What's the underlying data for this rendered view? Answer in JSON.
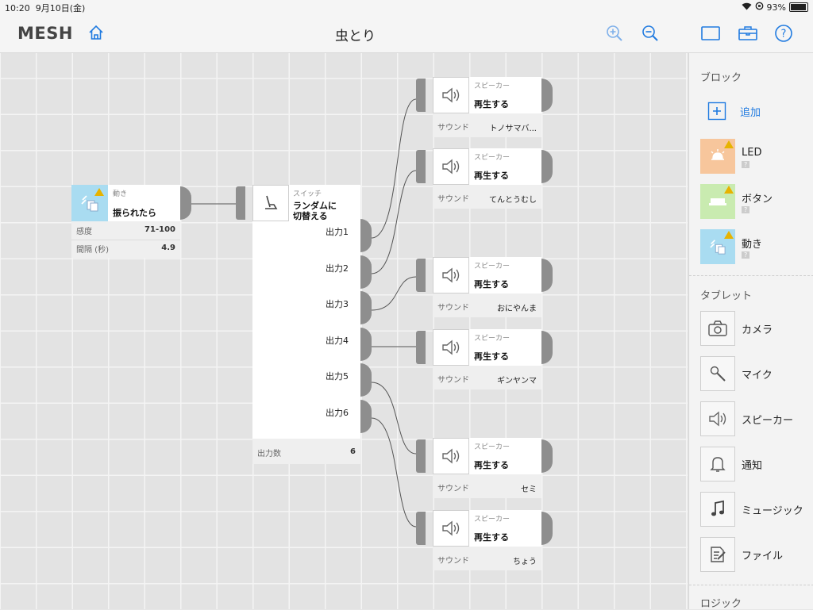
{
  "status": {
    "time": "10:20",
    "date": "9月10日(金)",
    "battery": "93%",
    "battery_level": 0.93
  },
  "nav": {
    "app_name": "MESH",
    "title": "虫とり"
  },
  "motion_block": {
    "category": "動き",
    "action": "振られたら",
    "props": [
      {
        "label": "感度",
        "value": "71-100"
      },
      {
        "label": "間隔 (秒)",
        "value": "4.9"
      }
    ]
  },
  "switch_block": {
    "category": "スイッチ",
    "action_line1": "ランダムに",
    "action_line2": "切替える",
    "outputs": [
      "出力1",
      "出力2",
      "出力3",
      "出力4",
      "出力5",
      "出力6"
    ],
    "prop_label": "出力数",
    "prop_value": "6"
  },
  "speakers": [
    {
      "category": "スピーカー",
      "action": "再生する",
      "label": "サウンド",
      "sound": "トノサマバ..."
    },
    {
      "category": "スピーカー",
      "action": "再生する",
      "label": "サウンド",
      "sound": "てんとうむし"
    },
    {
      "category": "スピーカー",
      "action": "再生する",
      "label": "サウンド",
      "sound": "おにやんま"
    },
    {
      "category": "スピーカー",
      "action": "再生する",
      "label": "サウンド",
      "sound": "ギンヤンマ"
    },
    {
      "category": "スピーカー",
      "action": "再生する",
      "label": "サウンド",
      "sound": "セミ"
    },
    {
      "category": "スピーカー",
      "action": "再生する",
      "label": "サウンド",
      "sound": "ちょう"
    }
  ],
  "sidebar": {
    "section_blocks": "ブロック",
    "add_label": "追加",
    "blocks": [
      {
        "label": "LED",
        "badge": "?",
        "color": "#f7c69c"
      },
      {
        "label": "ボタン",
        "badge": "?",
        "color": "#c9ebb0"
      },
      {
        "label": "動き",
        "badge": "?",
        "color": "#a9dcf1"
      }
    ],
    "section_tablet": "タブレット",
    "tablet": [
      {
        "label": "カメラ",
        "icon": "camera-icon"
      },
      {
        "label": "マイク",
        "icon": "microphone-icon"
      },
      {
        "label": "スピーカー",
        "icon": "speaker-icon"
      },
      {
        "label": "通知",
        "icon": "bell-icon"
      },
      {
        "label": "ミュージック",
        "icon": "music-icon"
      },
      {
        "label": "ファイル",
        "icon": "file-icon"
      }
    ],
    "section_logic": "ロジック"
  },
  "colors": {
    "accent": "#1f7ae0",
    "port": "#8e8e8e",
    "motion": "#a9dcf1",
    "led": "#f7c69c",
    "button": "#c9ebb0",
    "warning": "#e7b300"
  }
}
